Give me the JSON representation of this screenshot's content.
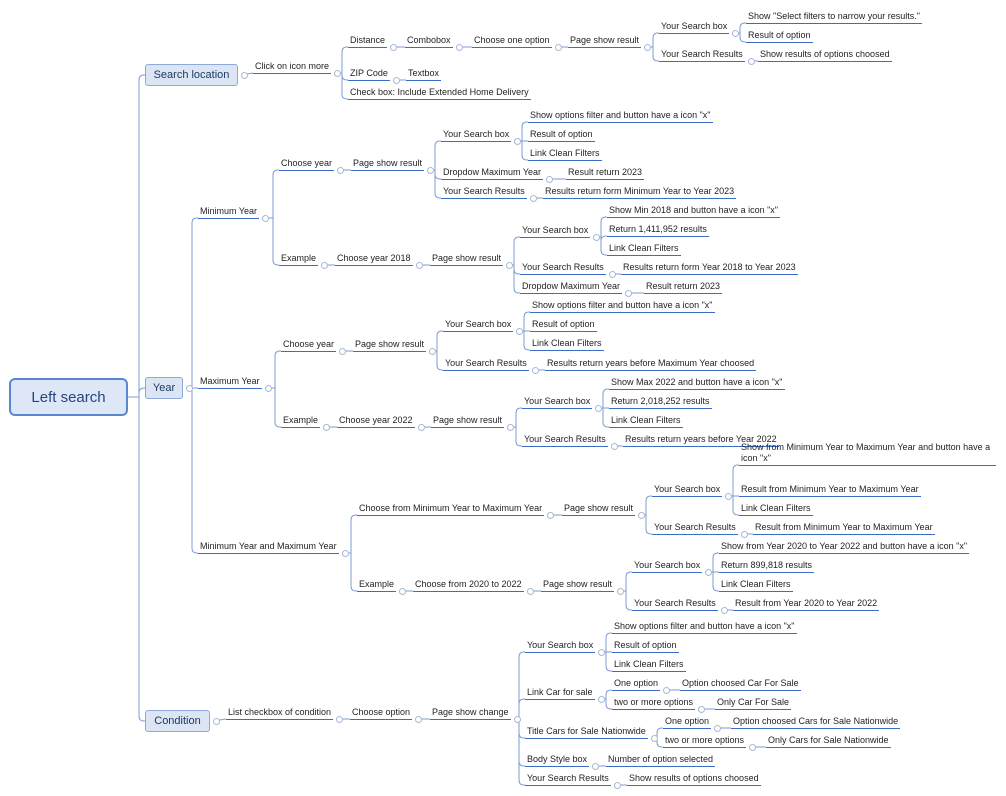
{
  "root": "Left search",
  "branches": [
    {
      "id": "b0",
      "text": "Search location"
    },
    {
      "id": "b1",
      "text": "Year"
    },
    {
      "id": "b2",
      "text": "Condition"
    }
  ],
  "nodes": [
    {
      "id": "n0",
      "text": "Click on icon more"
    },
    {
      "id": "n1",
      "text": "Distance"
    },
    {
      "id": "n2",
      "text": "Combobox"
    },
    {
      "id": "n3",
      "text": "Choose one option"
    },
    {
      "id": "n4",
      "text": "Page show result"
    },
    {
      "id": "n5",
      "text": "Your Search box"
    },
    {
      "id": "n6",
      "text": "Show \"Select filters to narrow your results.\""
    },
    {
      "id": "n7",
      "text": "Result of option"
    },
    {
      "id": "n8",
      "text": "Your Search Results"
    },
    {
      "id": "n9",
      "text": "Show results of options choosed"
    },
    {
      "id": "n10",
      "text": "ZIP Code"
    },
    {
      "id": "n11",
      "text": "Textbox"
    },
    {
      "id": "n12",
      "text": "Check box: Include Extended Home Delivery"
    },
    {
      "id": "n13",
      "text": "Minimum Year"
    },
    {
      "id": "n14",
      "text": "Choose year"
    },
    {
      "id": "n15",
      "text": "Page show result"
    },
    {
      "id": "n16",
      "text": "Your Search box"
    },
    {
      "id": "n17",
      "text": "Show options filter and button have a icon \"x\""
    },
    {
      "id": "n18",
      "text": "Result of option"
    },
    {
      "id": "n19",
      "text": "Link Clean Filters"
    },
    {
      "id": "n20",
      "text": "Dropdow Maximum Year"
    },
    {
      "id": "n21",
      "text": "Result return 2023"
    },
    {
      "id": "n22",
      "text": "Your Search Results"
    },
    {
      "id": "n23",
      "text": "Results return form Minimum Year to  Year 2023"
    },
    {
      "id": "n24",
      "text": "Example"
    },
    {
      "id": "n25",
      "text": "Choose year 2018"
    },
    {
      "id": "n26",
      "text": "Page show result"
    },
    {
      "id": "n27",
      "text": "Your Search box"
    },
    {
      "id": "n28",
      "text": "Show  Min 2018 and button have a icon \"x\""
    },
    {
      "id": "n29",
      "text": "Return 1,411,952 results"
    },
    {
      "id": "n30",
      "text": "Link Clean Filters"
    },
    {
      "id": "n31",
      "text": "Your Search Results"
    },
    {
      "id": "n32",
      "text": "Results return form  Year 2018 to  Year 2023"
    },
    {
      "id": "n33",
      "text": "Dropdow Maximum Year"
    },
    {
      "id": "n34",
      "text": "Result return 2023"
    },
    {
      "id": "n35",
      "text": "Maximum Year"
    },
    {
      "id": "n36",
      "text": "Choose year"
    },
    {
      "id": "n37",
      "text": "Page show result"
    },
    {
      "id": "n38",
      "text": "Your Search box"
    },
    {
      "id": "n39",
      "text": "Show options filter and button have a icon \"x\""
    },
    {
      "id": "n40",
      "text": "Result of option"
    },
    {
      "id": "n41",
      "text": "Link Clean Filters"
    },
    {
      "id": "n42",
      "text": "Your Search Results"
    },
    {
      "id": "n43",
      "text": "Results  return years before Maximum Year choosed"
    },
    {
      "id": "n44",
      "text": "Example"
    },
    {
      "id": "n45",
      "text": "Choose year 2022"
    },
    {
      "id": "n46",
      "text": "Page show result"
    },
    {
      "id": "n47",
      "text": "Your Search box"
    },
    {
      "id": "n48",
      "text": "Show  Max 2022 and button have a icon \"x\""
    },
    {
      "id": "n49",
      "text": "Return 2,018,252 results"
    },
    {
      "id": "n50",
      "text": "Link Clean Filters"
    },
    {
      "id": "n51",
      "text": "Your Search Results"
    },
    {
      "id": "n52",
      "text": "Results return years before Year 2022"
    },
    {
      "id": "n53",
      "text": "Minimum Year and Maximum Year"
    },
    {
      "id": "n54",
      "text": "Choose from Minimum Year to Maximum Year"
    },
    {
      "id": "n55",
      "text": "Page show result"
    },
    {
      "id": "n56",
      "text": "Your Search box"
    },
    {
      "id": "n57",
      "text": "Show  from Minimum Year to Maximum Year and button have a icon \"x\""
    },
    {
      "id": "n58",
      "text": "Result from Minimum Year to Maximum Year"
    },
    {
      "id": "n59",
      "text": "Link Clean Filters"
    },
    {
      "id": "n60",
      "text": "Your Search Results"
    },
    {
      "id": "n61",
      "text": "Result from Minimum Year to Maximum Year"
    },
    {
      "id": "n62",
      "text": "Example"
    },
    {
      "id": "n63",
      "text": "Choose from 2020 to 2022"
    },
    {
      "id": "n64",
      "text": "Page show result"
    },
    {
      "id": "n65",
      "text": "Your Search box"
    },
    {
      "id": "n66",
      "text": "Show  from Year 2020 to Year 2022 and button have a icon \"x\""
    },
    {
      "id": "n67",
      "text": "Return 899,818 results"
    },
    {
      "id": "n68",
      "text": "Link Clean Filters"
    },
    {
      "id": "n69",
      "text": "Your Search Results"
    },
    {
      "id": "n70",
      "text": "Result from Year 2020 to Year 2022"
    },
    {
      "id": "n71",
      "text": "List checkbox of condition"
    },
    {
      "id": "n72",
      "text": "Choose option"
    },
    {
      "id": "n73",
      "text": "Page show change"
    },
    {
      "id": "n74",
      "text": "Your Search box"
    },
    {
      "id": "n75",
      "text": "Show options filter and button have a icon \"x\""
    },
    {
      "id": "n76",
      "text": "Result of option"
    },
    {
      "id": "n77",
      "text": "Link Clean Filters"
    },
    {
      "id": "n78",
      "text": "Link Car for sale"
    },
    {
      "id": "n79",
      "text": "One option"
    },
    {
      "id": "n80",
      "text": "Option choosed Car For Sale"
    },
    {
      "id": "n81",
      "text": "two or more options"
    },
    {
      "id": "n82",
      "text": "Only Car For Sale"
    },
    {
      "id": "n83",
      "text": "Title Cars for Sale Nationwide"
    },
    {
      "id": "n84",
      "text": "One option"
    },
    {
      "id": "n85",
      "text": "Option choosed Cars for Sale Nationwide"
    },
    {
      "id": "n86",
      "text": "two or more options"
    },
    {
      "id": "n87",
      "text": "Only Cars for Sale Nationwide"
    },
    {
      "id": "n88",
      "text": "Body Style box"
    },
    {
      "id": "n89",
      "text": "Number of option selected"
    },
    {
      "id": "n90",
      "text": "Your Search Results"
    },
    {
      "id": "n91",
      "text": "Show results of options choosed"
    }
  ],
  "colors": {
    "connector": "#7e9cd3",
    "underline": "#3d6cc7",
    "root_fill": "#dde7f6",
    "root_border": "#5b86d2",
    "branch_fill": "#dbe5f4"
  }
}
